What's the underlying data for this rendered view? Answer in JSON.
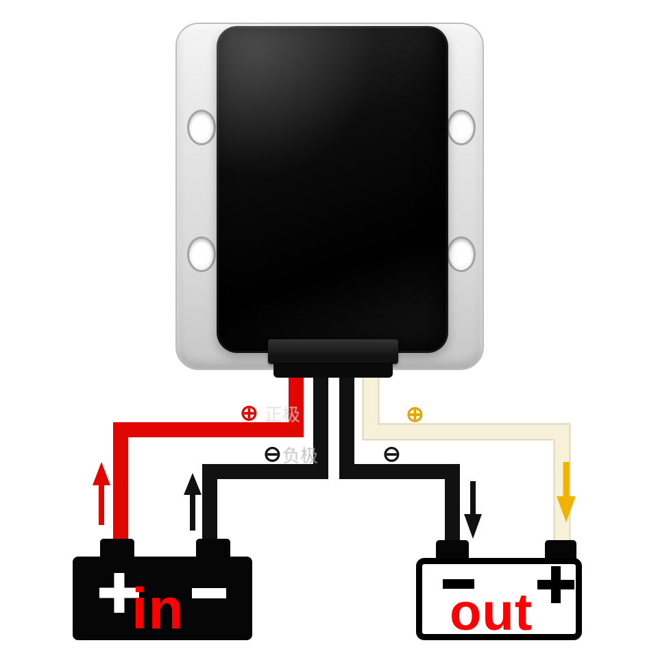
{
  "labels": {
    "input_positive_symbol": "⊕",
    "input_positive_text": "正极",
    "input_negative_symbol": "⊖",
    "input_negative_text": "负极",
    "output_positive_symbol": "⊕",
    "output_negative_symbol": "⊖"
  },
  "battery_in": {
    "label": "in"
  },
  "battery_out": {
    "label": "out"
  },
  "icons": {
    "plus": "+",
    "minus": "−",
    "arrow_up": "↑",
    "arrow_down": "↓"
  },
  "colors": {
    "wire_input_positive": "#e10600",
    "wire_negative": "#111111",
    "wire_output_positive": "#f7f1da",
    "wire_output_outline": "#ddd6ba",
    "arrow_input": "#e10600",
    "arrow_negative": "#111111",
    "arrow_output": "#f0b400",
    "battery_label": "#ff0000",
    "input_symbol": "#e10600",
    "output_symbol": "#e3a600",
    "negative_symbol": "#141414",
    "faint_text_light": "#d9d9d9",
    "faint_text_mid": "#b5b5b5",
    "battery_symbol_in": "#ffffff",
    "battery_symbol_out": "#000000"
  }
}
